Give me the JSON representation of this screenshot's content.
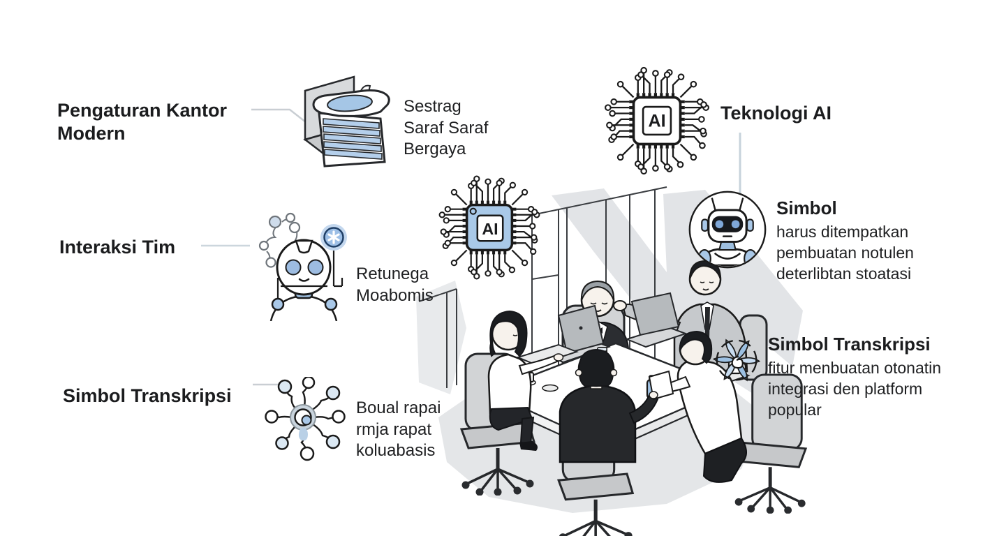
{
  "canvas": {
    "background": "#ffffff"
  },
  "palette": {
    "ink": "#1b1c1e",
    "accent_blue": "#a9c9e8",
    "soft_blue": "#c3d7ee",
    "blob_gray": "#e4e6e8",
    "chair_gray": "#d2d4d6",
    "connector_gray": "#c9ced3"
  },
  "sections": {
    "office": {
      "title": "Pengaturan Kantor\nModern",
      "caption": "Sestrag\nSaraf Saraf\nBergaya",
      "icon": "layered-stack-icon"
    },
    "team": {
      "title": "Interaksi Tim",
      "caption": "Retunega\nMoabomis",
      "icon": "robot-head-icon"
    },
    "transcription_left": {
      "title": "Simbol Transkripsi",
      "caption": "Boual rapai\nrmja rapat\nkoluabasis",
      "icon": "network-nodes-icon"
    },
    "technology": {
      "title": "Teknologi AI",
      "icon": "ai-chip-outline-icon",
      "chip_label": "AI"
    },
    "center_chip": {
      "icon": "ai-chip-blue-icon",
      "chip_label": "AI"
    },
    "simbol": {
      "title": "Simbol",
      "caption": "harus ditempatkan\npembuatan notulen\ndeterlibtan stoatasi",
      "icon": "robot-avatar-icon"
    },
    "transcription_right": {
      "title": "Simbol Transkripsi",
      "caption": "fitur menbuatan otonatin\nintegrasi den platform\npopular",
      "icon": "swirl-icon"
    }
  }
}
